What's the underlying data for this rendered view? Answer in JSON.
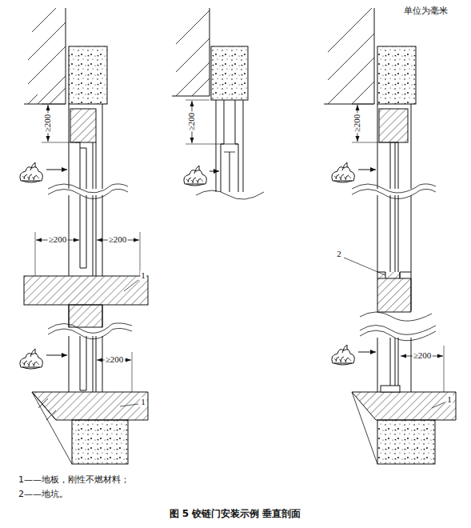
{
  "diagram": {
    "caption": "图 5 铰链门安装示例 垂直剖面",
    "labels": [
      "单位为毫米",
      "≥200",
      "≥200",
      "≥200",
      "≥200",
      "≥200",
      "≥200",
      "≥200",
      "1",
      "1",
      "2",
      "1",
      "1——地板，刚性不燃材料；",
      "2——地坑。"
    ]
  }
}
